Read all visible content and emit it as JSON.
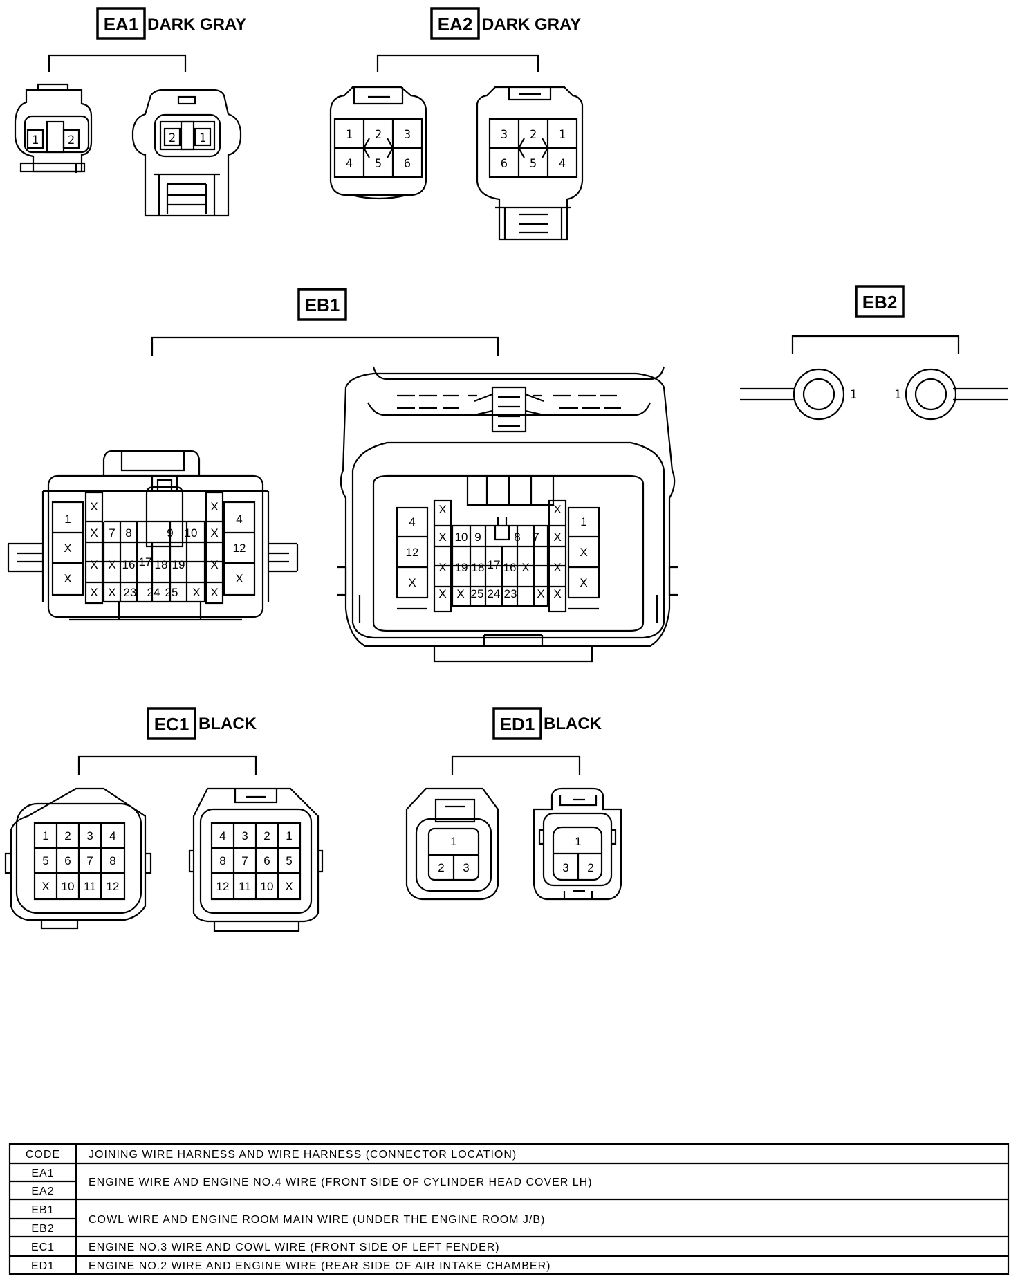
{
  "connectors": {
    "ea1": {
      "code": "EA1",
      "color": "DARK GRAY",
      "left_pins": [
        "1",
        "2"
      ],
      "right_pins": [
        "2",
        "1"
      ]
    },
    "ea2": {
      "code": "EA2",
      "color": "DARK GRAY",
      "left_pins": [
        "1",
        "2",
        "3",
        "4",
        "5",
        "6"
      ],
      "right_pins": [
        "3",
        "2",
        "1",
        "6",
        "5",
        "4"
      ]
    },
    "eb1": {
      "code": "EB1",
      "color": "",
      "left_pins": [
        "1",
        "X",
        "X",
        "X",
        "X",
        "X",
        "X",
        "7",
        "8",
        "16",
        "17",
        "18",
        "19",
        "9",
        "10",
        "X",
        "X",
        "X",
        "X",
        "23",
        "24",
        "25",
        "X",
        "X",
        "X",
        "4",
        "12",
        "X"
      ],
      "right_pins": [
        "4",
        "12",
        "X",
        "X",
        "X",
        "X",
        "X",
        "10",
        "9",
        "19",
        "18",
        "17",
        "16",
        "8",
        "7",
        "X",
        "X",
        "X",
        "X",
        "25",
        "24",
        "23",
        "X",
        "X",
        "X",
        "1",
        "X",
        "X"
      ]
    },
    "eb2": {
      "code": "EB2",
      "color": "",
      "left_pin": "1",
      "right_pin": "1"
    },
    "ec1": {
      "code": "EC1",
      "color": "BLACK",
      "left_pins": [
        "1",
        "2",
        "3",
        "4",
        "5",
        "6",
        "7",
        "8",
        "X",
        "10",
        "11",
        "12"
      ],
      "right_pins": [
        "4",
        "3",
        "2",
        "1",
        "8",
        "7",
        "6",
        "5",
        "12",
        "11",
        "10",
        "X"
      ]
    },
    "ed1": {
      "code": "ED1",
      "color": "BLACK",
      "left_pins": [
        "1",
        "2",
        "3"
      ],
      "right_pins": [
        "1",
        "3",
        "2"
      ]
    }
  },
  "table": {
    "header": {
      "code": "CODE",
      "desc": "JOINING WIRE HARNESS AND WIRE HARNESS (CONNECTOR LOCATION)"
    },
    "rows": [
      {
        "codes": [
          "EA1",
          "EA2"
        ],
        "desc": "ENGINE WIRE AND ENGINE NO.4 WIRE (FRONT SIDE OF CYLINDER HEAD COVER LH)"
      },
      {
        "codes": [
          "EB1",
          "EB2"
        ],
        "desc": "COWL WIRE AND ENGINE ROOM MAIN WIRE (UNDER THE ENGINE ROOM J/B)"
      },
      {
        "codes": [
          "EC1"
        ],
        "desc": "ENGINE NO.3 WIRE AND COWL WIRE (FRONT SIDE OF LEFT FENDER)"
      },
      {
        "codes": [
          "ED1"
        ],
        "desc": "ENGINE NO.2 WIRE AND ENGINE WIRE (REAR SIDE OF AIR INTAKE CHAMBER)"
      }
    ]
  }
}
